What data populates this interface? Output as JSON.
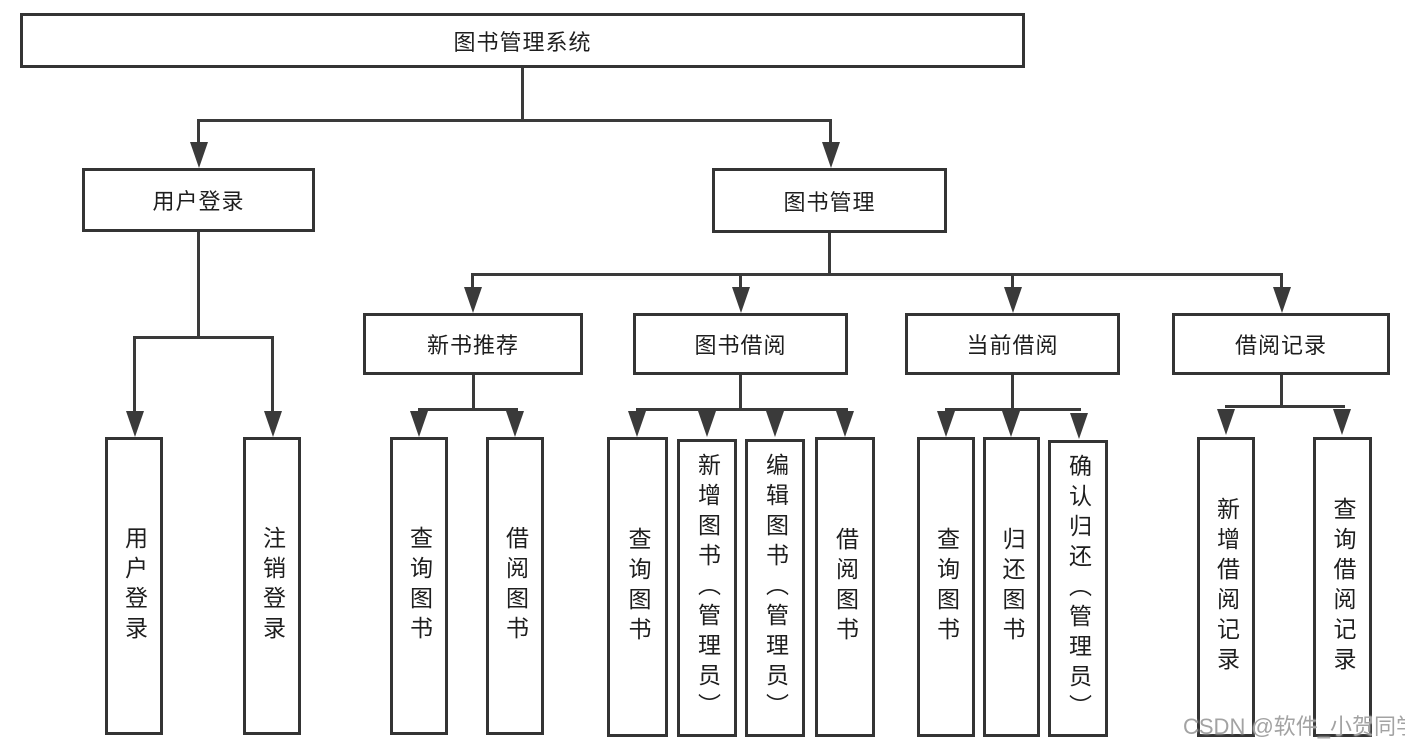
{
  "diagram": {
    "root": "图书管理系统",
    "branches": [
      {
        "label": "用户登录",
        "children": [
          "用户登录",
          "注销登录"
        ]
      },
      {
        "label": "图书管理",
        "sections": [
          {
            "label": "新书推荐",
            "children": [
              "查询图书",
              "借阅图书"
            ]
          },
          {
            "label": "图书借阅",
            "children": [
              "查询图书",
              "新增图书（管理员）",
              "编辑图书（管理员）",
              "借阅图书"
            ]
          },
          {
            "label": "当前借阅",
            "children": [
              "查询图书",
              "归还图书",
              "确认归还（管理员）"
            ]
          },
          {
            "label": "借阅记录",
            "children": [
              "新增借阅记录",
              "查询借阅记录"
            ]
          }
        ]
      }
    ]
  },
  "watermark": {
    "text": "CSDN @软件_小贺同学",
    "color": "#a3a3a3"
  },
  "colors": {
    "line": "#3a3a3a",
    "box_border": "#343434",
    "text": "#1e1e1e",
    "background": "#ffffff"
  }
}
